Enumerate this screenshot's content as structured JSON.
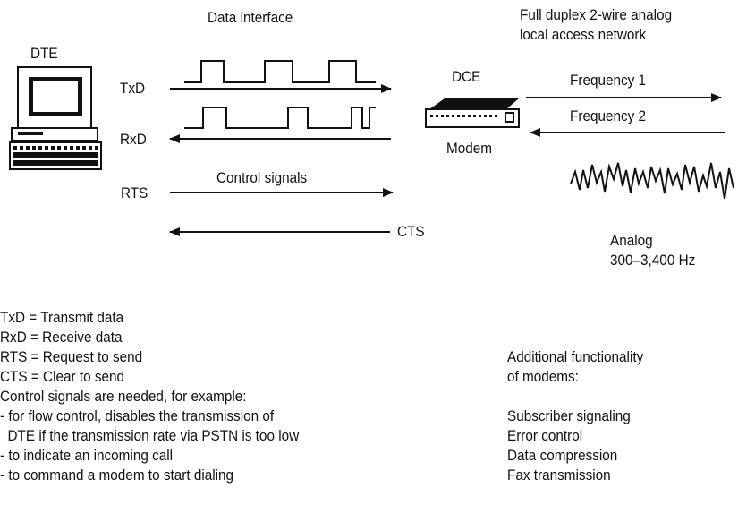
{
  "diagram": {
    "data_interface": "Data interface",
    "network_title": [
      "Full duplex 2-wire analog",
      "local access network"
    ],
    "dte": "DTE",
    "dce": "DCE",
    "modem": "Modem",
    "signals": {
      "txd": "TxD",
      "rxd": "RxD",
      "rts": "RTS",
      "cts": "CTS"
    },
    "control_signals": "Control signals",
    "frequency_1": "Frequency 1",
    "frequency_2": "Frequency 2",
    "analog": [
      "Analog",
      "300–3,400 Hz"
    ]
  },
  "legend": [
    "TxD = Transmit data",
    "RxD = Receive data",
    "RTS = Request to send",
    "CTS = Clear to send",
    "Control signals are needed, for example:",
    "- for flow control, disables the transmission of",
    "  DTE if the transmission rate via PSTN is too low",
    "- to indicate an incoming call",
    "- to command a modem to start dialing"
  ],
  "functionality": {
    "title": [
      "Additional functionality",
      "of modems:"
    ],
    "items": [
      "Subscriber signaling",
      "Error control",
      "Data compression",
      "Fax transmission"
    ]
  }
}
